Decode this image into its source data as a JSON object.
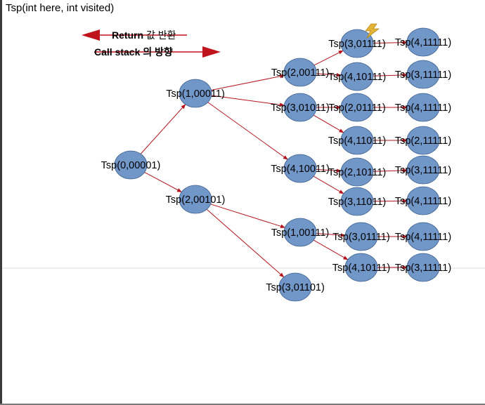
{
  "title": "Tsp(int here, int visited)",
  "colors": {
    "node_fill": "#7197c9",
    "node_stroke": "#3d5f8f",
    "edge": "#b5141e",
    "legend_arrow": "#c0141c",
    "text": "#000000"
  },
  "legend": {
    "return_label": "Return",
    "return_suffix": "값 반환",
    "call_label": "Call stack 의 방향"
  },
  "diagram": {
    "nodes": [
      {
        "id": "n0",
        "label": "Tsp(0,00001)"
      },
      {
        "id": "n1",
        "label": "Tsp(1,00011)"
      },
      {
        "id": "n2",
        "label": "Tsp(2,00101)"
      },
      {
        "id": "n3",
        "label": "Tsp(2,00111)"
      },
      {
        "id": "n4",
        "label": "Tsp(3,01011)"
      },
      {
        "id": "n5",
        "label": "Tsp(4,10011)"
      },
      {
        "id": "n6",
        "label": "Tsp(1,00111)"
      },
      {
        "id": "n7",
        "label": "Tsp(3,01101)"
      },
      {
        "id": "n8",
        "label": "Tsp(3,01111)"
      },
      {
        "id": "n9",
        "label": "Tsp(4,10111)"
      },
      {
        "id": "n10",
        "label": "Tsp(2,01111)"
      },
      {
        "id": "n11",
        "label": "Tsp(4,11011)"
      },
      {
        "id": "n12",
        "label": "Tsp(2,10111)"
      },
      {
        "id": "n13",
        "label": "Tsp(3,11011)"
      },
      {
        "id": "n14",
        "label": "Tsp(3,01111)"
      },
      {
        "id": "n15",
        "label": "Tsp(4,10111)"
      },
      {
        "id": "n16",
        "label": "Tsp(4,11111)"
      },
      {
        "id": "n17",
        "label": "Tsp(3,11111)"
      },
      {
        "id": "n18",
        "label": "Tsp(4,11111)"
      },
      {
        "id": "n19",
        "label": "Tsp(2,11111)"
      },
      {
        "id": "n20",
        "label": "Tsp(3,11111)"
      },
      {
        "id": "n21",
        "label": "Tsp(4,11111)"
      },
      {
        "id": "n22",
        "label": "Tsp(4,11111)"
      },
      {
        "id": "n23",
        "label": "Tsp(3,11111)"
      }
    ],
    "edges": [
      {
        "from": "n0",
        "to": "n1"
      },
      {
        "from": "n0",
        "to": "n2"
      },
      {
        "from": "n1",
        "to": "n3"
      },
      {
        "from": "n1",
        "to": "n4"
      },
      {
        "from": "n1",
        "to": "n5"
      },
      {
        "from": "n2",
        "to": "n6"
      },
      {
        "from": "n2",
        "to": "n7"
      },
      {
        "from": "n3",
        "to": "n8"
      },
      {
        "from": "n3",
        "to": "n9"
      },
      {
        "from": "n4",
        "to": "n10"
      },
      {
        "from": "n4",
        "to": "n11"
      },
      {
        "from": "n5",
        "to": "n12"
      },
      {
        "from": "n5",
        "to": "n13"
      },
      {
        "from": "n6",
        "to": "n14"
      },
      {
        "from": "n6",
        "to": "n15"
      },
      {
        "from": "n8",
        "to": "n16"
      },
      {
        "from": "n9",
        "to": "n17"
      },
      {
        "from": "n10",
        "to": "n18"
      },
      {
        "from": "n11",
        "to": "n19"
      },
      {
        "from": "n12",
        "to": "n20"
      },
      {
        "from": "n13",
        "to": "n21"
      },
      {
        "from": "n14",
        "to": "n22"
      },
      {
        "from": "n15",
        "to": "n23"
      }
    ]
  }
}
